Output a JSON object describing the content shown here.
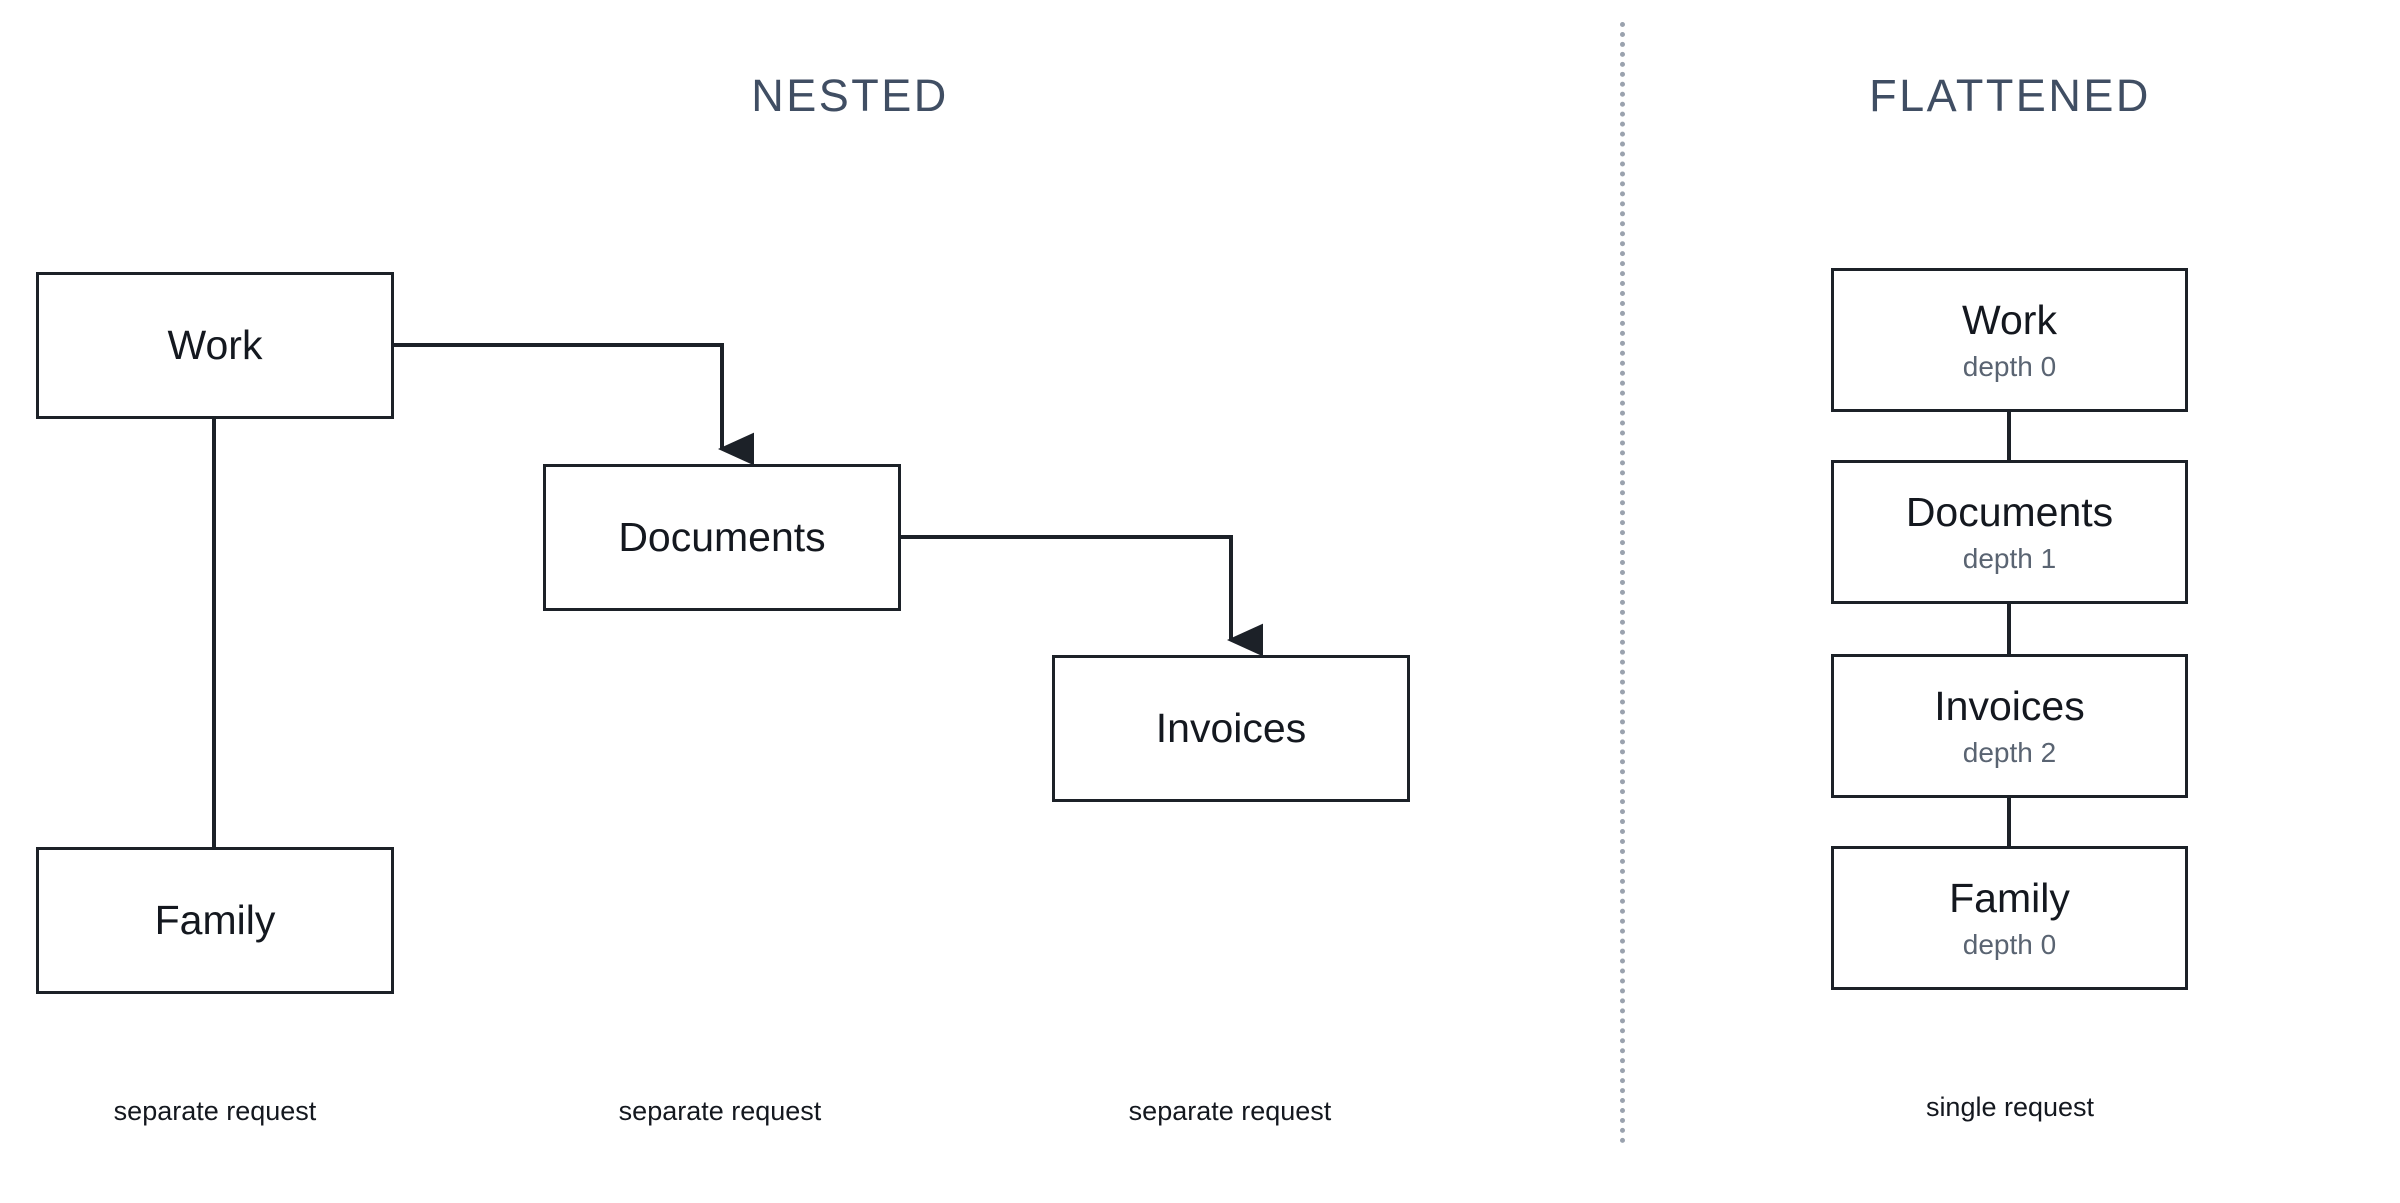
{
  "panels": {
    "nested": {
      "title": "NESTED",
      "nodes": [
        {
          "label": "Work",
          "caption": "separate request"
        },
        {
          "label": "Documents",
          "caption": "separate request"
        },
        {
          "label": "Invoices",
          "caption": "separate request"
        },
        {
          "label": "Family",
          "caption": ""
        }
      ]
    },
    "flattened": {
      "title": "FLATTENED",
      "caption": "single request",
      "nodes": [
        {
          "label": "Work",
          "depth": "depth 0"
        },
        {
          "label": "Documents",
          "depth": "depth 1"
        },
        {
          "label": "Invoices",
          "depth": "depth 2"
        },
        {
          "label": "Family",
          "depth": "depth 0"
        }
      ]
    }
  },
  "colors": {
    "title": "#404e63",
    "node_border": "#1c2128",
    "node_label": "#14181f",
    "node_depth": "#5a6472",
    "divider": "#9aa2ae",
    "connector": "#1c2128",
    "background": "#ffffff"
  }
}
